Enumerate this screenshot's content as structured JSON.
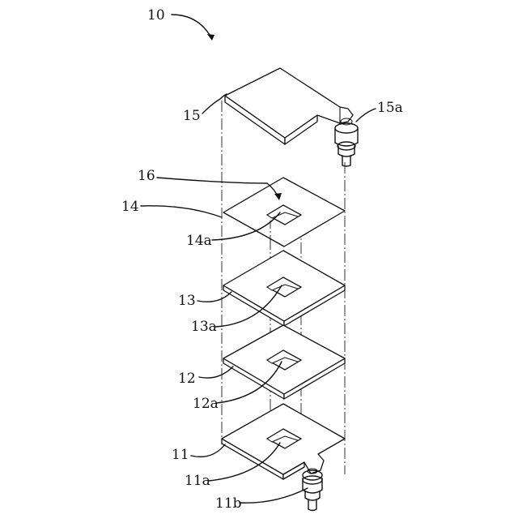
{
  "labels": {
    "assembly": "10",
    "layer_15": "15",
    "layer_15a": "15a",
    "ref_16": "16",
    "layer_14": "14",
    "layer_14a": "14a",
    "layer_13": "13",
    "layer_13a": "13a",
    "layer_12": "12",
    "layer_12a": "12a",
    "layer_11": "11",
    "layer_11a": "11a",
    "layer_11b": "11b"
  }
}
